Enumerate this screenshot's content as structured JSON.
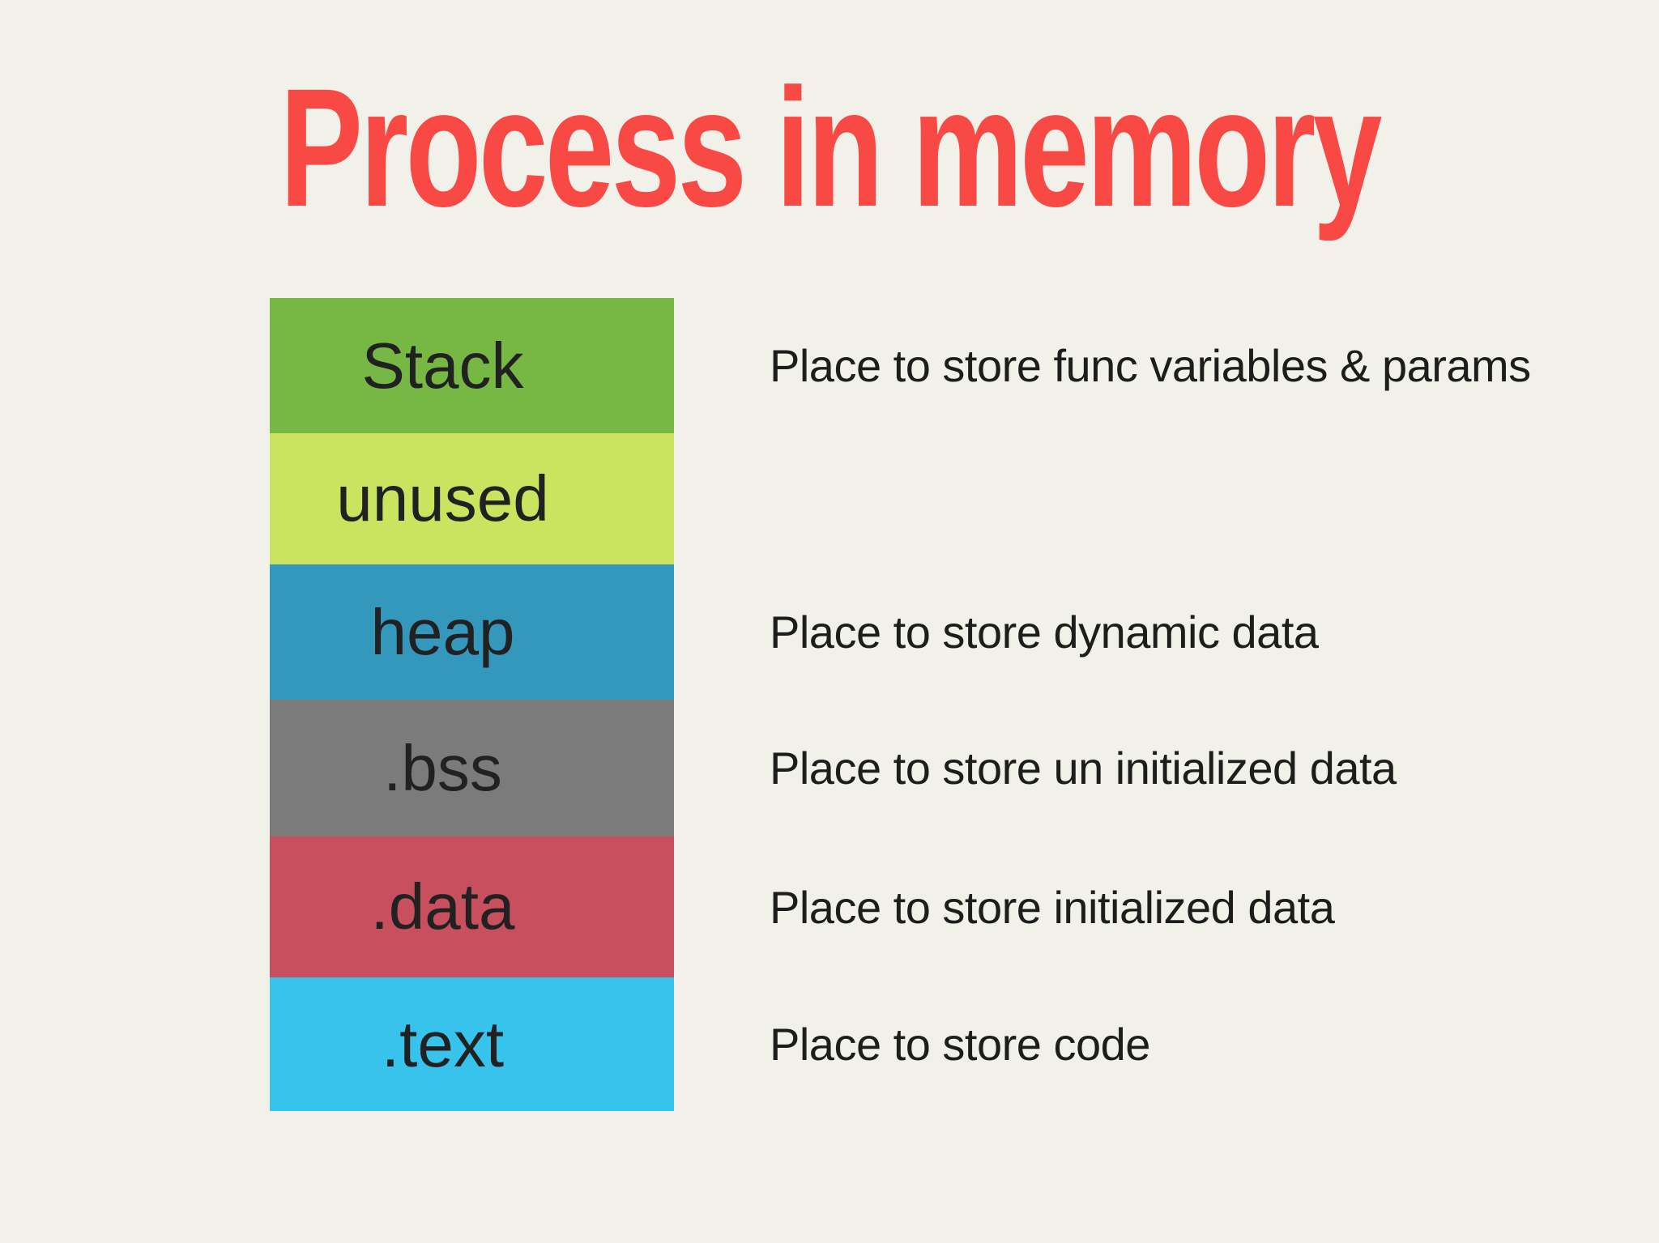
{
  "title": "Process in memory",
  "colors": {
    "background": "#f1f1ea",
    "title": "#f94945",
    "label_text": "#212121",
    "description_text": "#1d1d1b"
  },
  "blocks": [
    {
      "label": "Stack",
      "color": "#76b843",
      "description": "Place to store func variables & params"
    },
    {
      "label": "unused",
      "color": "#cbe45f",
      "description": ""
    },
    {
      "label": "heap",
      "color": "#3498bc",
      "description": "Place to store dynamic data"
    },
    {
      "label": ".bss",
      "color": "#7b7b7b",
      "description": "Place to store un initialized data"
    },
    {
      "label": ".data",
      "color": "#c8505e",
      "description": "Place to store initialized data"
    },
    {
      "label": ".text",
      "color": "#38c3ec",
      "description": "Place to store code"
    }
  ]
}
